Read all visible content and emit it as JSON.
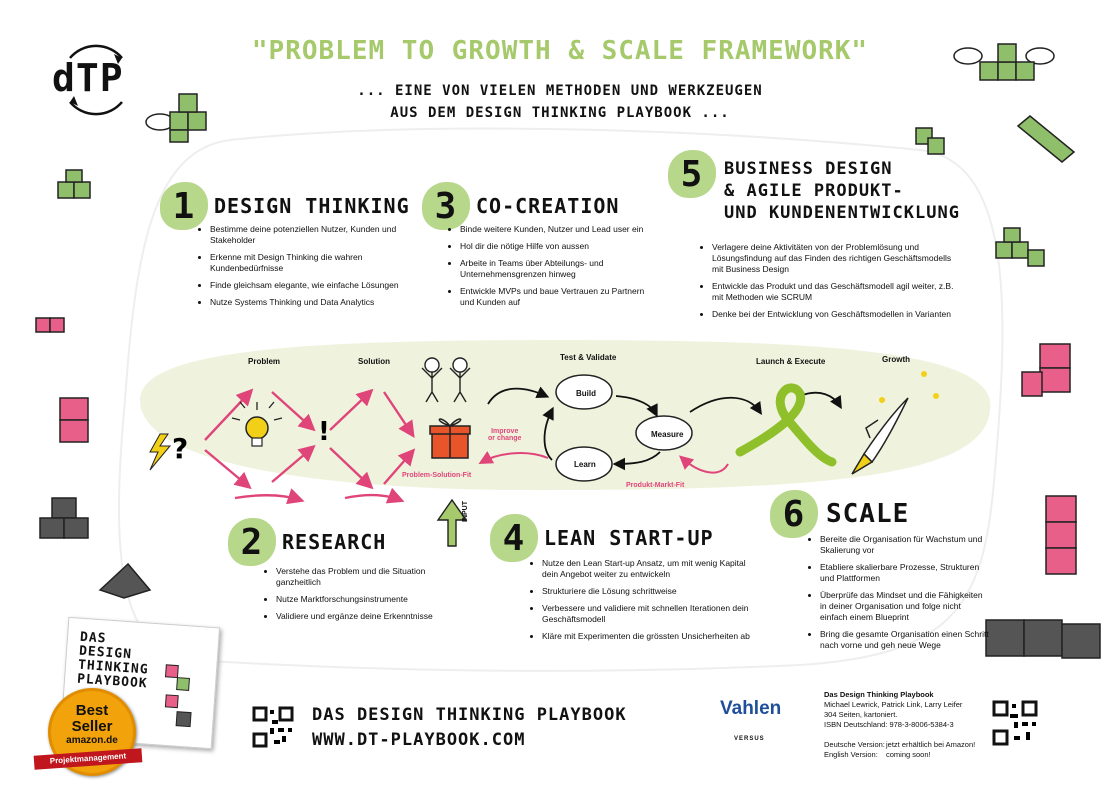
{
  "header": {
    "logo": "dTP",
    "title": "\"PROBLEM TO GROWTH & SCALE FRAMEWORK\"",
    "subtitle_line1": "... EINE VON VIELEN METHODEN UND WERKZEUGEN",
    "subtitle_line2": "AUS DEM DESIGN THINKING PLAYBOOK ..."
  },
  "sections": {
    "s1": {
      "num": "1",
      "title": "DESIGN THINKING",
      "items": [
        "Bestimme deine potenziellen Nutzer, Kunden und Stakeholder",
        "Erkenne mit Design Thinking die wahren Kundenbedürfnisse",
        "Finde gleichsam elegante, wie einfache Lösungen",
        "Nutze Systems Thinking und Data Analytics"
      ]
    },
    "s2": {
      "num": "2",
      "title": "RESEARCH",
      "items": [
        "Verstehe das Problem und die Situation ganzheitlich",
        "Nutze Marktforschungsinstrumente",
        "Validiere und ergänze deine Erkenntnisse"
      ]
    },
    "s3": {
      "num": "3",
      "title": "CO-CREATION",
      "items": [
        "Binde weitere Kunden, Nutzer und Lead user ein",
        "Hol dir die nötige Hilfe von aussen",
        "Arbeite in Teams über Abteilungs- und Unternehmensgrenzen hinweg",
        "Entwickle MVPs und baue Vertrauen zu Partnern und Kunden auf"
      ]
    },
    "s4": {
      "num": "4",
      "title": "LEAN START-UP",
      "items": [
        "Nutze den Lean Start-up Ansatz, um mit wenig Kapital dein Angebot weiter zu entwickeln",
        "Strukturiere die Lösung schrittweise",
        "Verbessere und validiere mit schnellen Iterationen dein Geschäftsmodell",
        "Kläre mit Experimenten die grössten Unsicherheiten ab"
      ]
    },
    "s5": {
      "num": "5",
      "title_line1": "BUSINESS DESIGN",
      "title_line2": "& AGILE PRODUKT-",
      "title_line3": "UND KUNDENENTWICKLUNG",
      "items": [
        "Verlagere deine Aktivitäten von der Problemlösung und Lösungsfindung auf das Finden des richtigen Geschäftsmodells mit Business Design",
        "Entwickle das Produkt und das Geschäftsmodell agil weiter, z.B. mit Methoden wie SCRUM",
        "Denke bei der Entwicklung von Geschäftsmodellen in Varianten"
      ]
    },
    "s6": {
      "num": "6",
      "title": "SCALE",
      "items": [
        "Bereite die Organisation für Wachstum und Skalierung vor",
        "Etabliere skalierbare Prozesse, Strukturen und Plattformen",
        "Überprüfe das Mindset und die Fähigkeiten in deiner Organisation und folge nicht einfach einem Blueprint",
        "Bring die gesamte Organisation einen Schritt nach vorne und geh neue Wege"
      ]
    }
  },
  "flow": {
    "problem": "Problem",
    "solution": "Solution",
    "test_validate": "Test & Validate",
    "launch": "Launch & Execute",
    "growth": "Growth",
    "build": "Build",
    "measure": "Measure",
    "learn": "Learn",
    "improve1": "Improve",
    "improve2": "or change",
    "psf": "Problem-Solution-Fit",
    "pmf": "Produkt-Markt-Fit",
    "input": "INPUT",
    "question": "?",
    "exclaim": "!"
  },
  "book": {
    "line1": "DAS",
    "line2": "DESIGN",
    "line3": "THINKING",
    "line4": "PLAYBOOK"
  },
  "bestseller": {
    "line1": "Best",
    "line2": "Seller",
    "line3": "amazon.de",
    "ribbon": "Projektmanagement"
  },
  "footer": {
    "title": "DAS DESIGN THINKING PLAYBOOK",
    "url": "WWW.DT-PLAYBOOK.COM",
    "publisher": "Vahlen",
    "versus": "VERSUS",
    "info_title": "Das Design Thinking Playbook",
    "authors": "Michael Lewrick, Patrick Link, Larry Leifer",
    "pages": "304 Seiten, kartoniert.",
    "isbn": "ISBN Deutschland: 978-3-8006-5384-3",
    "de_label": "Deutsche Version:",
    "de_value": "jetzt erhältlich bei Amazon!",
    "en_label": "English Version:",
    "en_value": "coming soon!"
  },
  "colors": {
    "accent_green": "#b7d78a",
    "pink": "#e0457a",
    "orange": "#e8552a",
    "cube_green": "#8fbf6a",
    "cube_pink": "#e8608a",
    "cube_gray": "#555555"
  }
}
